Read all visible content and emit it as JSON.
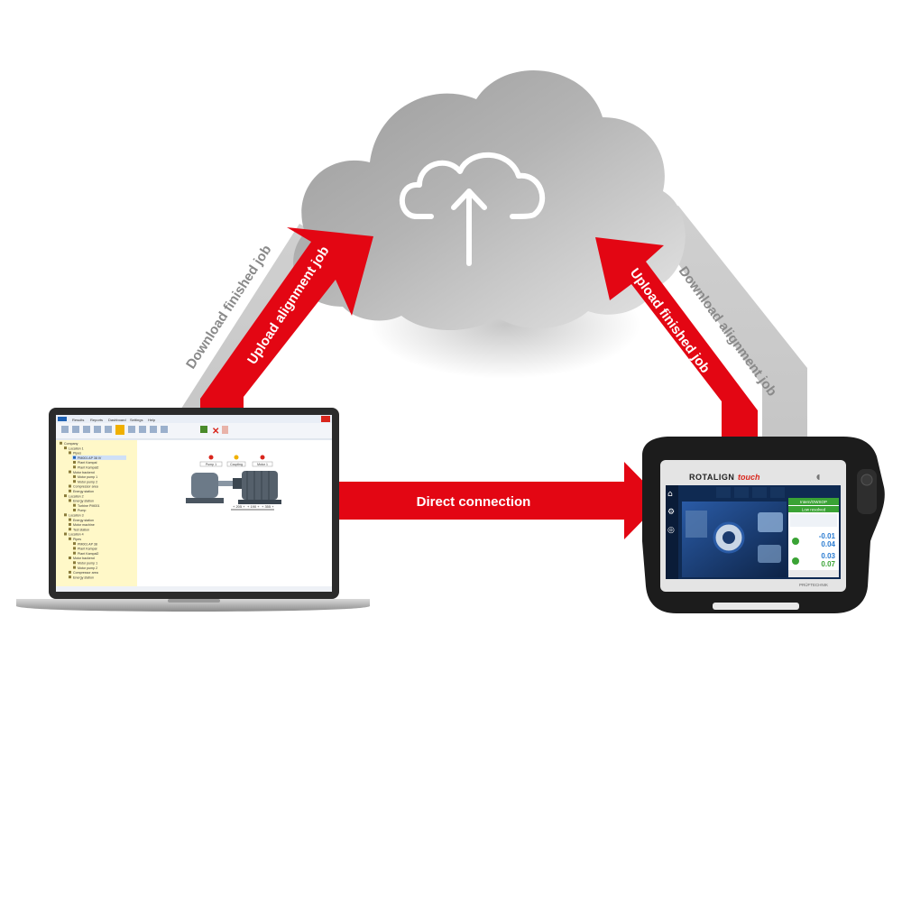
{
  "diagram": {
    "labels": {
      "download_finished_job": "Download finished job",
      "upload_alignment_job": "Upload alignment job",
      "upload_finished_job": "Upload finished job",
      "download_alignment_job": "Download alignment job",
      "direct_connection": "Direct connection"
    },
    "cloud_icon": "cloud-upload-icon",
    "colors": {
      "red_arrow": "#e30613",
      "grey_arrow": "#c8c8c8",
      "cloud_dark": "#8c8c8c",
      "cloud_light": "#dcdcdc",
      "laptop_frame": "#2b2b2b",
      "software_tree": "#fff8c8",
      "device_body": "#1c1c1c",
      "device_screen": "#1a3a6e",
      "device_green": "#3aa335"
    }
  },
  "device": {
    "brand": "ROTALIGN",
    "model": "touch",
    "panel_header": "Intern/OWSOP",
    "panel_subheader": "Low resolved",
    "readings": [
      "-0.01",
      "0.04",
      "0.03",
      "0.07"
    ],
    "footer": "PRÜFTECHNIK"
  },
  "laptop": {
    "app_tabs": [
      "Results",
      "Reports",
      "Dashboard",
      "Settings",
      "Help"
    ],
    "tree_items": [
      "Company",
      "Location 1",
      "Pipes",
      "PM001 AP 38 IV",
      "Plant Kampal",
      "Plant Kampal2",
      "Motor backend",
      "Motor pump 1",
      "Motor pump 2",
      "Compressor area",
      "Energy station",
      "Location 2",
      "Energy station",
      "Turbine PM001",
      "Pump",
      "Location 3",
      "Energy station",
      "Motor machine",
      "Test station",
      "Location 4",
      "Pipes",
      "PM001 AP 38",
      "Plant Kampal",
      "Plant Kampal2",
      "Motor backend",
      "Motor pump 1",
      "Motor pump 2",
      "Compressor area",
      "Energy station"
    ],
    "machine_labels": [
      "Pump 1",
      "Coupling",
      "Motor 1"
    ],
    "dimension_labels": [
      "+ 205 +",
      "+ 190 +",
      "+ 355 +"
    ]
  }
}
